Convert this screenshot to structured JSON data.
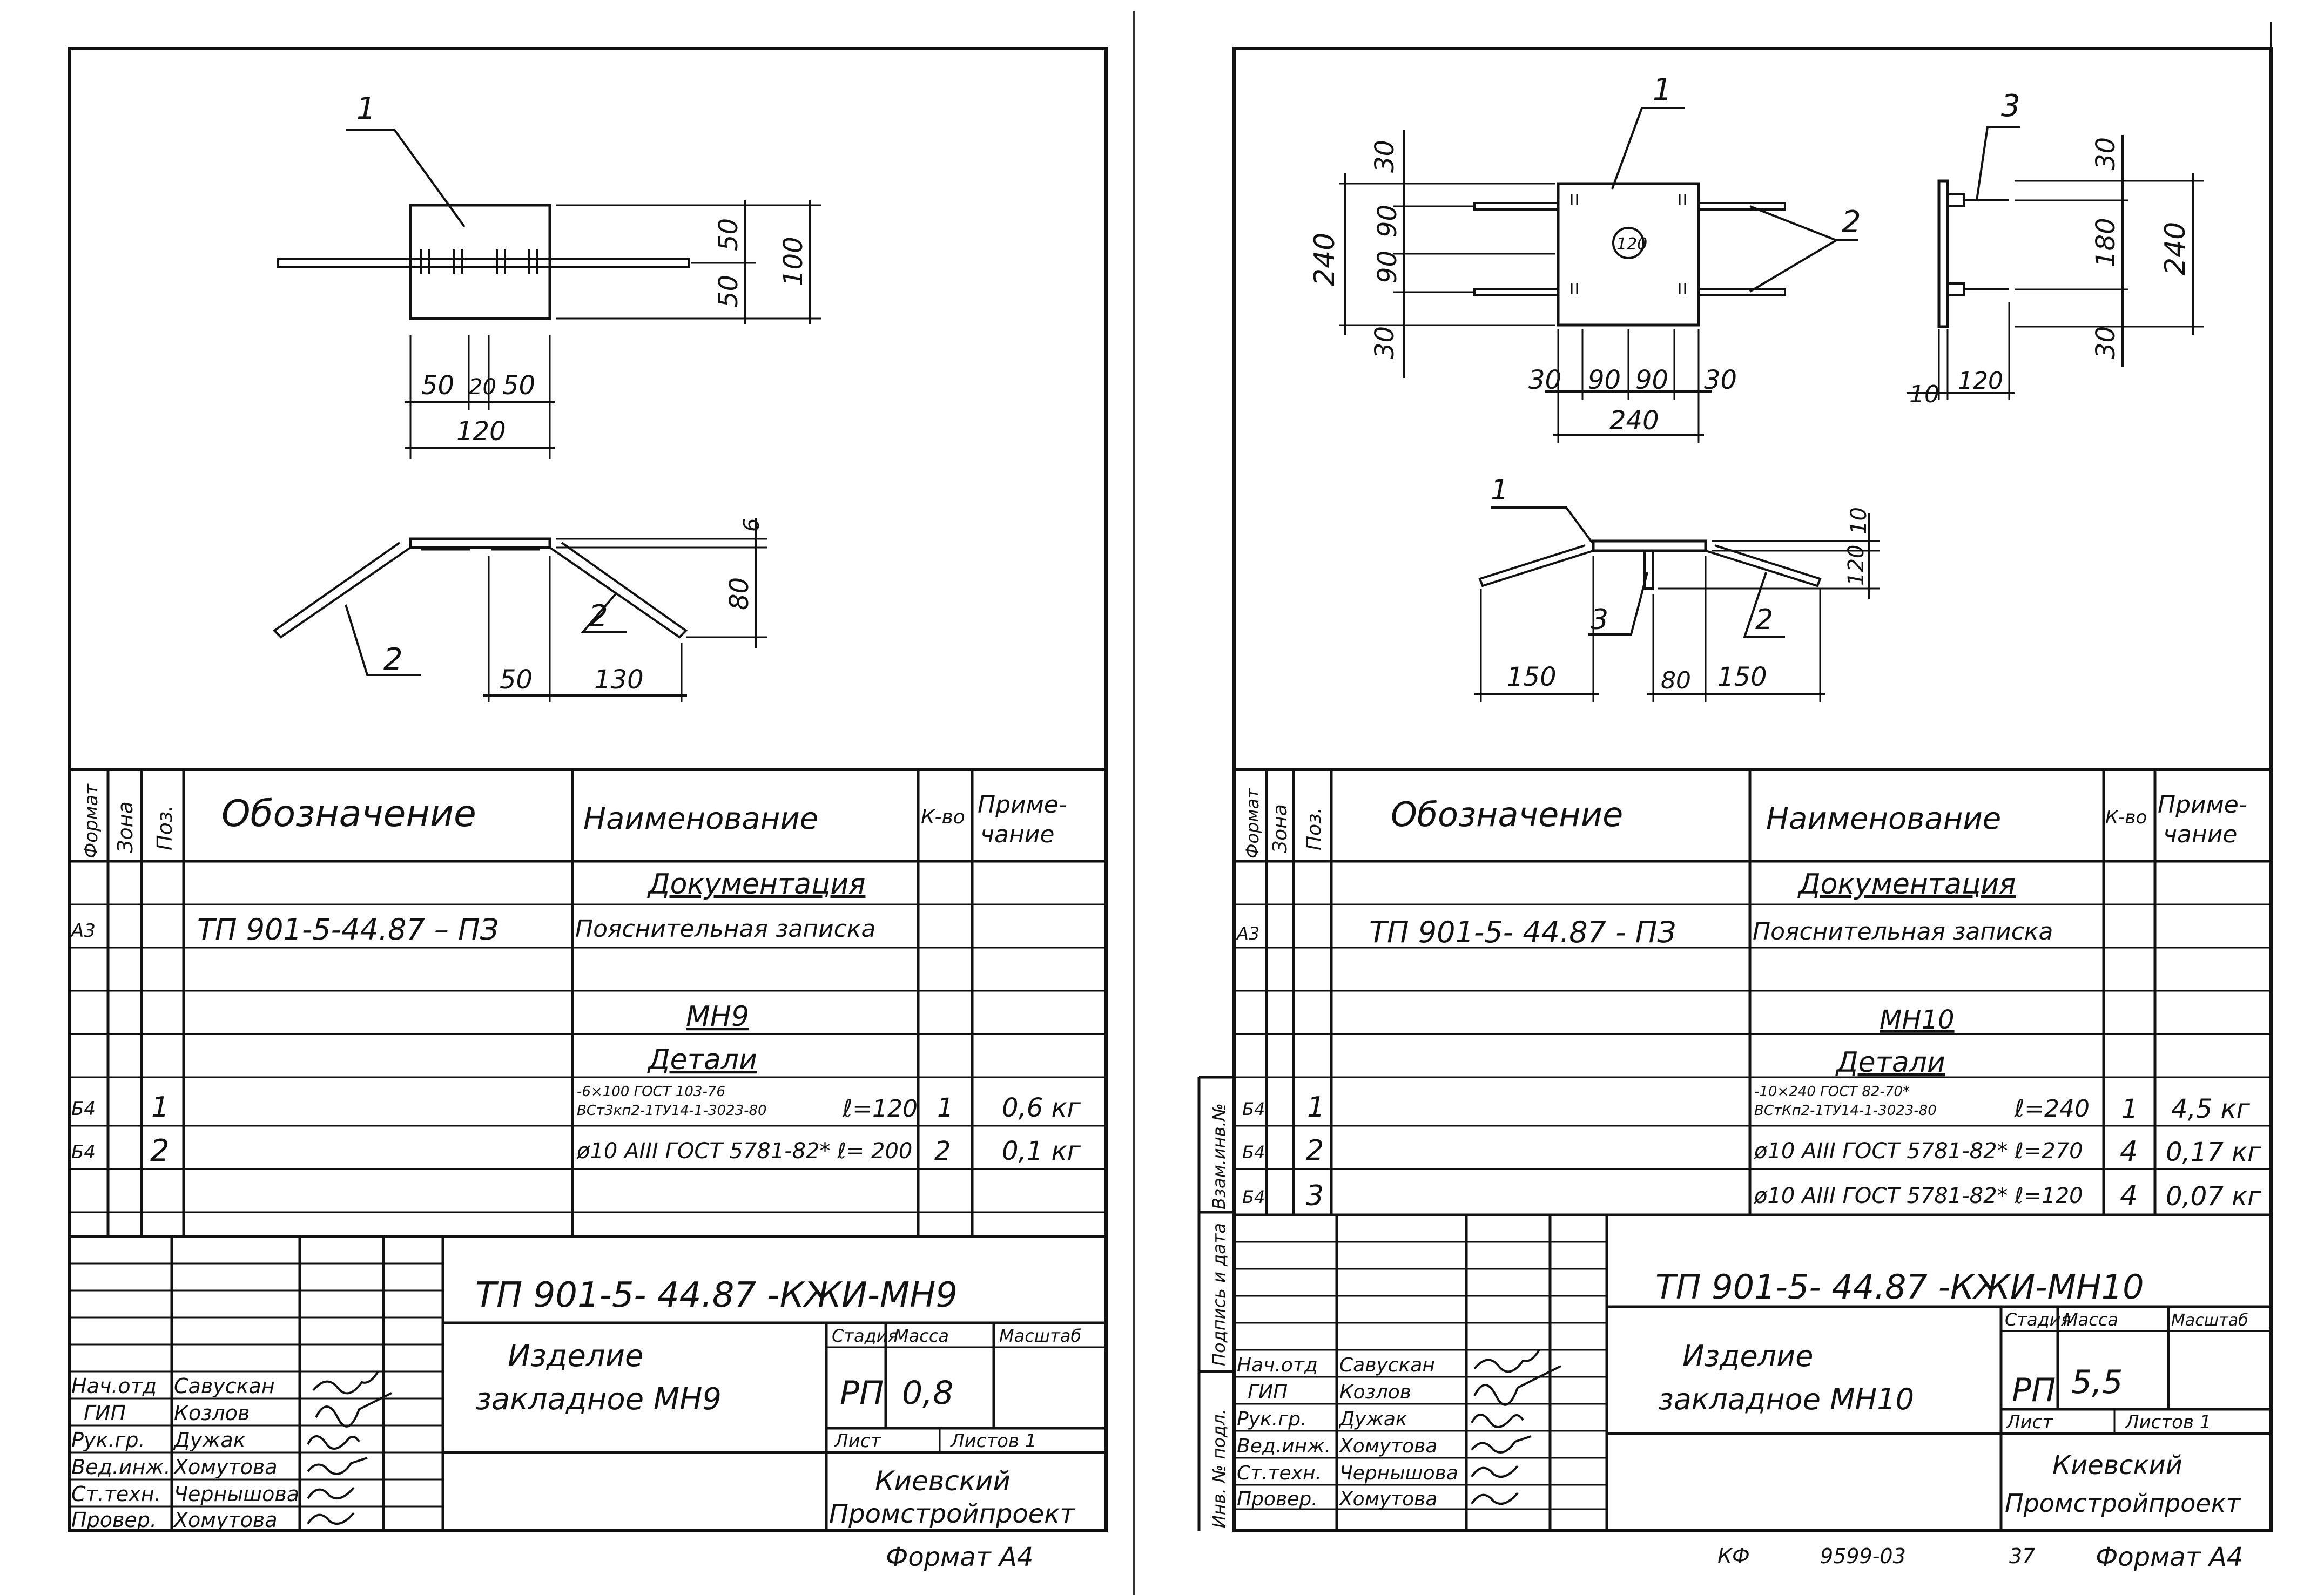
{
  "sheets": [
    {
      "id": "mn9",
      "drawing": {
        "top_view": {
          "leaders": [
            "1"
          ],
          "dims_horizontal": [
            "50",
            "20",
            "50",
            "120"
          ],
          "dims_vertical": [
            "50",
            "50",
            "100"
          ]
        },
        "side_view": {
          "leaders": [
            "2",
            "2"
          ],
          "dims": [
            "6",
            "80",
            "50",
            "130"
          ]
        }
      },
      "spec": {
        "headers": {
          "format": "Формат",
          "zone": "Зона",
          "pos": "Поз.",
          "designation": "Обозначение",
          "name": "Наименование",
          "qty": "К-во",
          "note_line1": "Приме-",
          "note_line2": "чание"
        },
        "section_docs": "Документация",
        "doc_row": {
          "format": "А3",
          "designation": "ТП 901-5-44.87 – ПЗ",
          "name": "Пояснительная записка"
        },
        "item_title": "МН9",
        "section_parts": "Детали",
        "rows": [
          {
            "format": "Б4",
            "pos": "1",
            "name_line1": "-6×100 ГОСТ 103-76",
            "name_line2": "ВСт3кп2-1ТУ14-1-3023-80",
            "length": "ℓ=120",
            "qty": "1",
            "note": "0,6 кг"
          },
          {
            "format": "Б4",
            "pos": "2",
            "name_line1": "ø10 АIII ГОСТ 5781-82* ℓ= 200",
            "name_line2": "",
            "length": "",
            "qty": "2",
            "note": "0,1 кг"
          }
        ]
      },
      "title_block": {
        "code": "ТП 901-5- 44.87 -КЖИ-МН9",
        "item_line1": "Изделие",
        "item_line2": "закладное   МН9",
        "stage_label": "Стадия",
        "mass_label": "Масса",
        "scale_label": "Масштаб",
        "stage": "РП",
        "mass": "0,8",
        "sheet_label": "Лист",
        "sheets_label": "Листов  1",
        "org_line1": "Киевский",
        "org_line2": "Промстройпроект",
        "signatures": [
          {
            "role": "Нач.отд",
            "name": "Савускан"
          },
          {
            "role": "ГИП",
            "name": "Козлов"
          },
          {
            "role": "Рук.гр.",
            "name": "Дужак"
          },
          {
            "role": "Вед.инж.",
            "name": "Хомутова"
          },
          {
            "role": "Ст.техн.",
            "name": "Чернышова"
          },
          {
            "role": "Провер.",
            "name": "Хомутова"
          }
        ]
      },
      "format_note": "Формат А4"
    },
    {
      "id": "mn10",
      "drawing": {
        "top_view": {
          "leaders": [
            "1",
            "2"
          ],
          "center_mark": "120",
          "dims_left": [
            "30",
            "90",
            "90",
            "30",
            "240"
          ],
          "dims_bottom": [
            "30",
            "90",
            "90",
            "30",
            "240"
          ]
        },
        "end_view": {
          "leaders": [
            "3"
          ],
          "dims": [
            "30",
            "180",
            "240",
            "30",
            "10",
            "120"
          ]
        },
        "side_view": {
          "leaders": [
            "1",
            "3",
            "2"
          ],
          "dims": [
            "10",
            "120",
            "150",
            "80",
            "150"
          ]
        }
      },
      "spec": {
        "headers": {
          "format": "Формат",
          "zone": "Зона",
          "pos": "Поз.",
          "designation": "Обозначение",
          "name": "Наименование",
          "qty": "К-во",
          "note_line1": "Приме-",
          "note_line2": "чание"
        },
        "section_docs": "Документация",
        "doc_row": {
          "format": "А3",
          "designation": "ТП 901-5- 44.87  - ПЗ",
          "name": "Пояснительная записка"
        },
        "item_title": "МН10",
        "section_parts": "Детали",
        "rows": [
          {
            "format": "Б4",
            "pos": "1",
            "name_line1": "-10×240 ГОСТ 82-70*",
            "name_line2": "ВСтКп2-1ТУ14-1-3023-80",
            "length": "ℓ=240",
            "qty": "1",
            "note": "4,5 кг"
          },
          {
            "format": "Б4",
            "pos": "2",
            "name_line1": "ø10 АIII ГОСТ 5781-82* ℓ=270",
            "name_line2": "",
            "length": "",
            "qty": "4",
            "note": "0,17 кг"
          },
          {
            "format": "Б4",
            "pos": "3",
            "name_line1": "ø10 АIII ГОСТ 5781-82* ℓ=120",
            "name_line2": "",
            "length": "",
            "qty": "4",
            "note": "0,07 кг"
          }
        ]
      },
      "title_block": {
        "code": "ТП 901-5- 44.87 -КЖИ-МН10",
        "item_line1": "Изделие",
        "item_line2": "закладное   МН10",
        "stage_label": "Стадия",
        "mass_label": "Масса",
        "scale_label": "Масштаб",
        "stage": "РП",
        "mass": "5,5",
        "sheet_label": "Лист",
        "sheets_label": "Листов  1",
        "org_line1": "Киевский",
        "org_line2": "Промстройпроект",
        "signatures": [
          {
            "role": "Нач.отд",
            "name": "Савускан"
          },
          {
            "role": "ГИП",
            "name": "Козлов"
          },
          {
            "role": "Рук.гр.",
            "name": "Дужак"
          },
          {
            "role": "Вед.инж.",
            "name": "Хомутова"
          },
          {
            "role": "Ст.техн.",
            "name": "Чернышова"
          },
          {
            "role": "Провер.",
            "name": "Хомутова"
          }
        ]
      },
      "side_stamp": [
        "Взам.инв.№",
        "Подпись и дата",
        "Инв. № подл."
      ],
      "footer": {
        "kf": "КФ",
        "number": "9599-03",
        "page": "37",
        "format_note": "Формат А4"
      }
    }
  ]
}
